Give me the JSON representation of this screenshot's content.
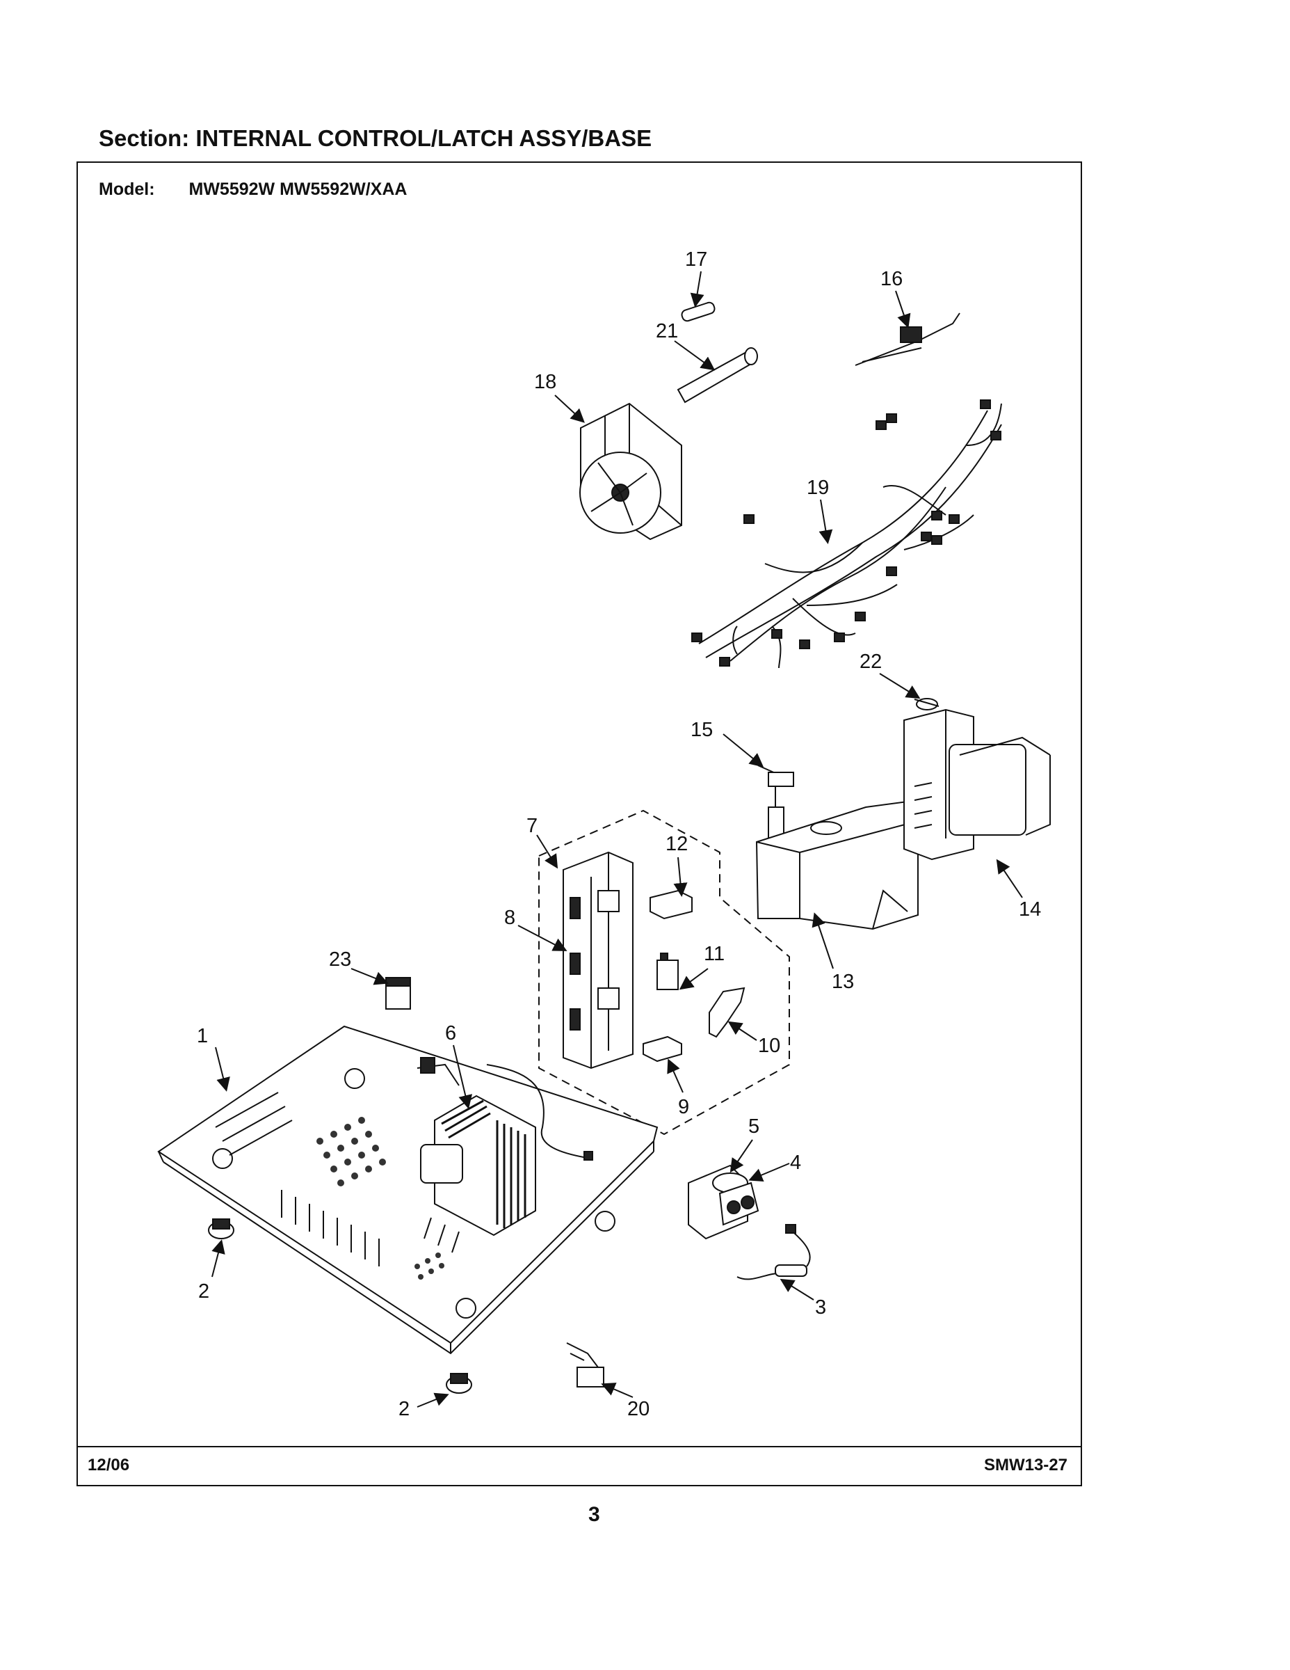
{
  "header": {
    "section_label": "Section:",
    "section_title": "INTERNAL CONTROL/LATCH ASSY/BASE",
    "model_label": "Model:",
    "model_value": "MW5592W MW5592W/XAA"
  },
  "footer": {
    "date": "12/06",
    "doc_code": "SMW13-27",
    "page_number": "3"
  },
  "callouts": [
    "1",
    "2",
    "2",
    "3",
    "4",
    "5",
    "6",
    "7",
    "8",
    "9",
    "10",
    "11",
    "12",
    "13",
    "14",
    "15",
    "16",
    "17",
    "18",
    "19",
    "20",
    "21",
    "22",
    "23"
  ]
}
